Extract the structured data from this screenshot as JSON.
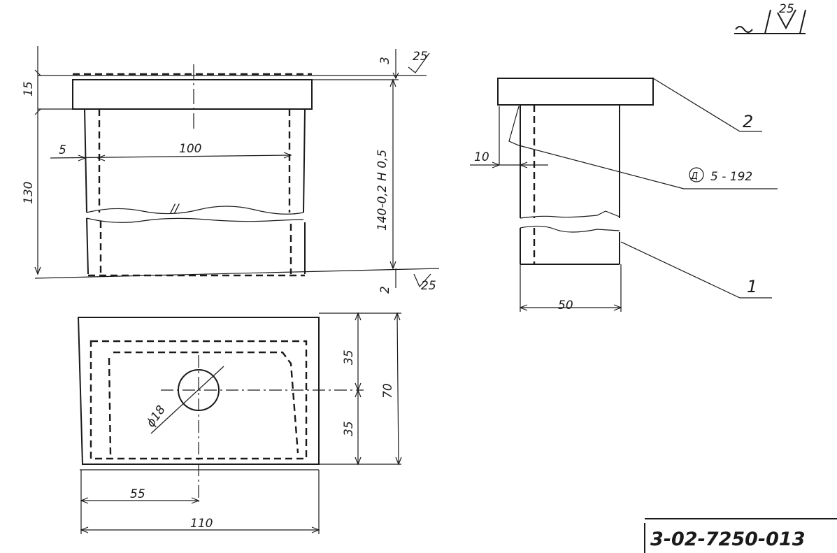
{
  "drawing": {
    "surface_finish": "25",
    "dimensions": {
      "d15": "15",
      "d130": "130",
      "d5": "5",
      "d100": "100",
      "d3": "3",
      "d140": "140-0,2 Н 0,5",
      "d2": "2",
      "d10": "10",
      "d50": "50",
      "d35a": "35",
      "d35b": "35",
      "d70": "70",
      "d55": "55",
      "d110": "110",
      "d18": "ϕ18"
    },
    "callouts": {
      "part1": "1",
      "part2": "2",
      "weld_symbol": "Д",
      "weld_ref": "5 - 192"
    },
    "drawing_number": "3-02-7250-013"
  }
}
